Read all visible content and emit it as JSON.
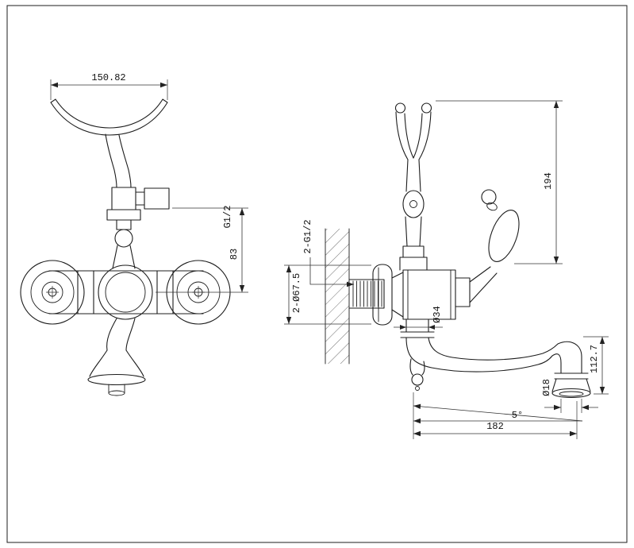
{
  "drawing": {
    "colors": {
      "line": "#1c1c1c",
      "dim": "#333333",
      "background": "#ffffff"
    },
    "dims": {
      "top_width": "150.82",
      "hose_thread": "G1/2",
      "outlet_offset": "83",
      "riser_height": "194",
      "inlet_thread": "2-G1/2",
      "escutcheon_dia": "2-Ø67.5",
      "body_dia": "Ø34",
      "drop_height": "112.7",
      "spout_tip_dia": "Ø18",
      "spout_angle": "5°",
      "spout_reach": "182"
    }
  }
}
